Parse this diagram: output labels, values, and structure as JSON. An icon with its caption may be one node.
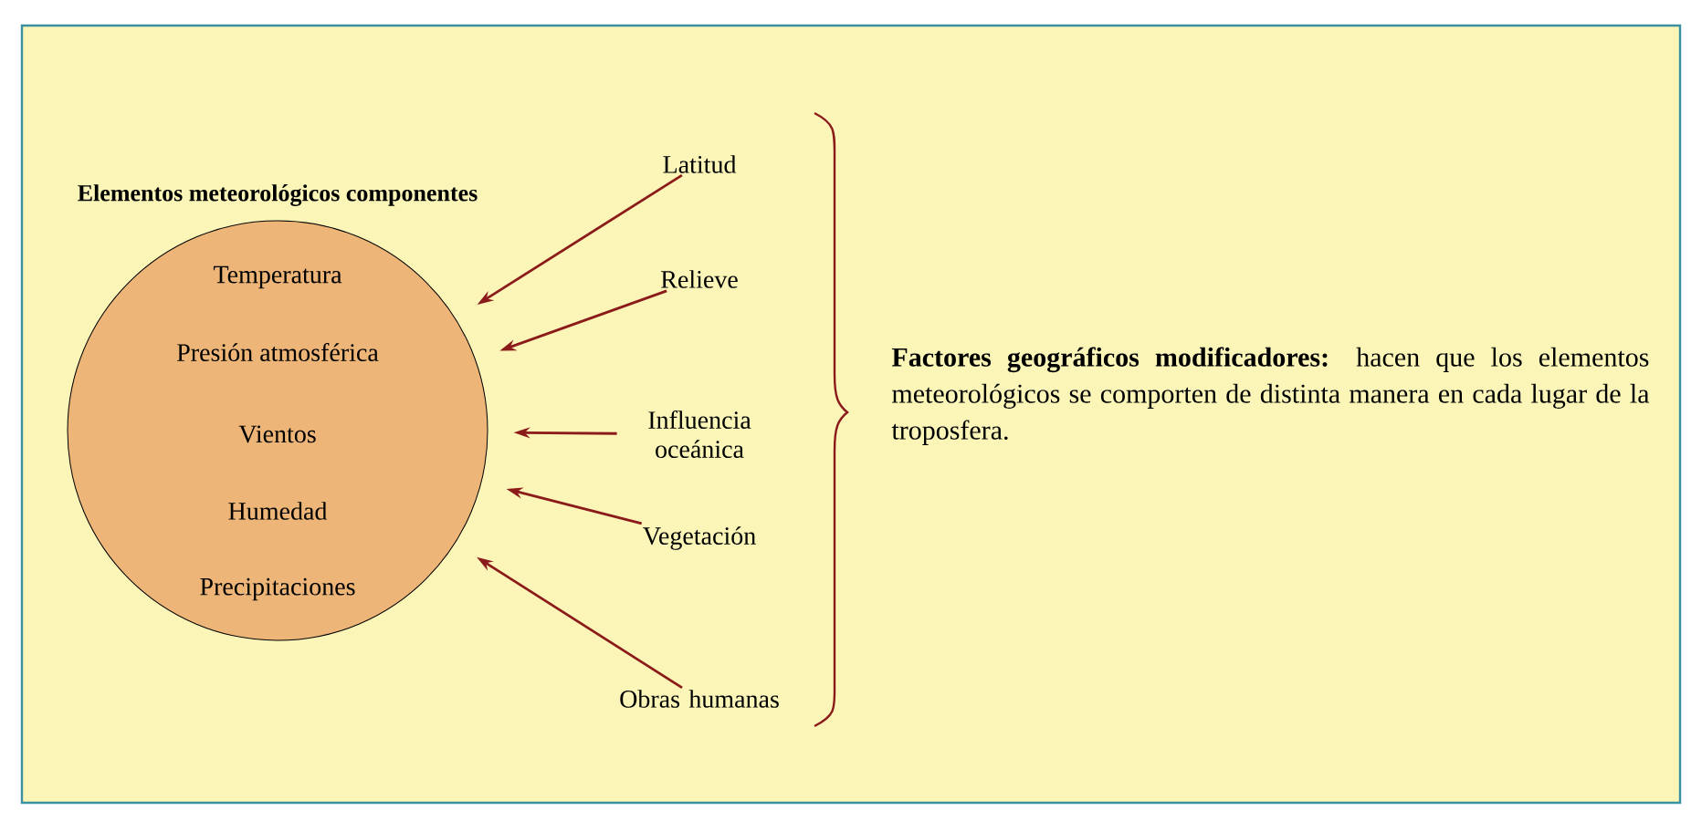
{
  "diagram": {
    "nodes": [
      {
        "text": [
          "Elementos meteorológicos componentes",
          "Temperatura",
          "Presión atmosférica",
          "Vientos",
          "Humedad",
          "Precipitaciones"
        ]
      },
      {
        "text": [
          "Latitud"
        ]
      },
      {
        "text": [
          "Relieve"
        ]
      },
      {
        "text": [
          "Influencia oceánica"
        ]
      },
      {
        "text": [
          "Vegetación"
        ]
      },
      {
        "text": [
          "Obras humanas"
        ]
      }
    ],
    "edges": [
      {
        "from": 1,
        "to": 0,
        "arrow": "to"
      },
      {
        "from": 2,
        "to": 0,
        "arrow": "to"
      },
      {
        "from": 3,
        "to": 0,
        "arrow": "to"
      },
      {
        "from": 4,
        "to": 0,
        "arrow": "to"
      },
      {
        "from": 5,
        "to": 0,
        "arrow": "to"
      }
    ],
    "labels": [
      "**Factores geográficos modificadores:** hacen que los elementos meteorológicos se comporten de distinta manera en cada lugar de la troposfera."
    ]
  }
}
